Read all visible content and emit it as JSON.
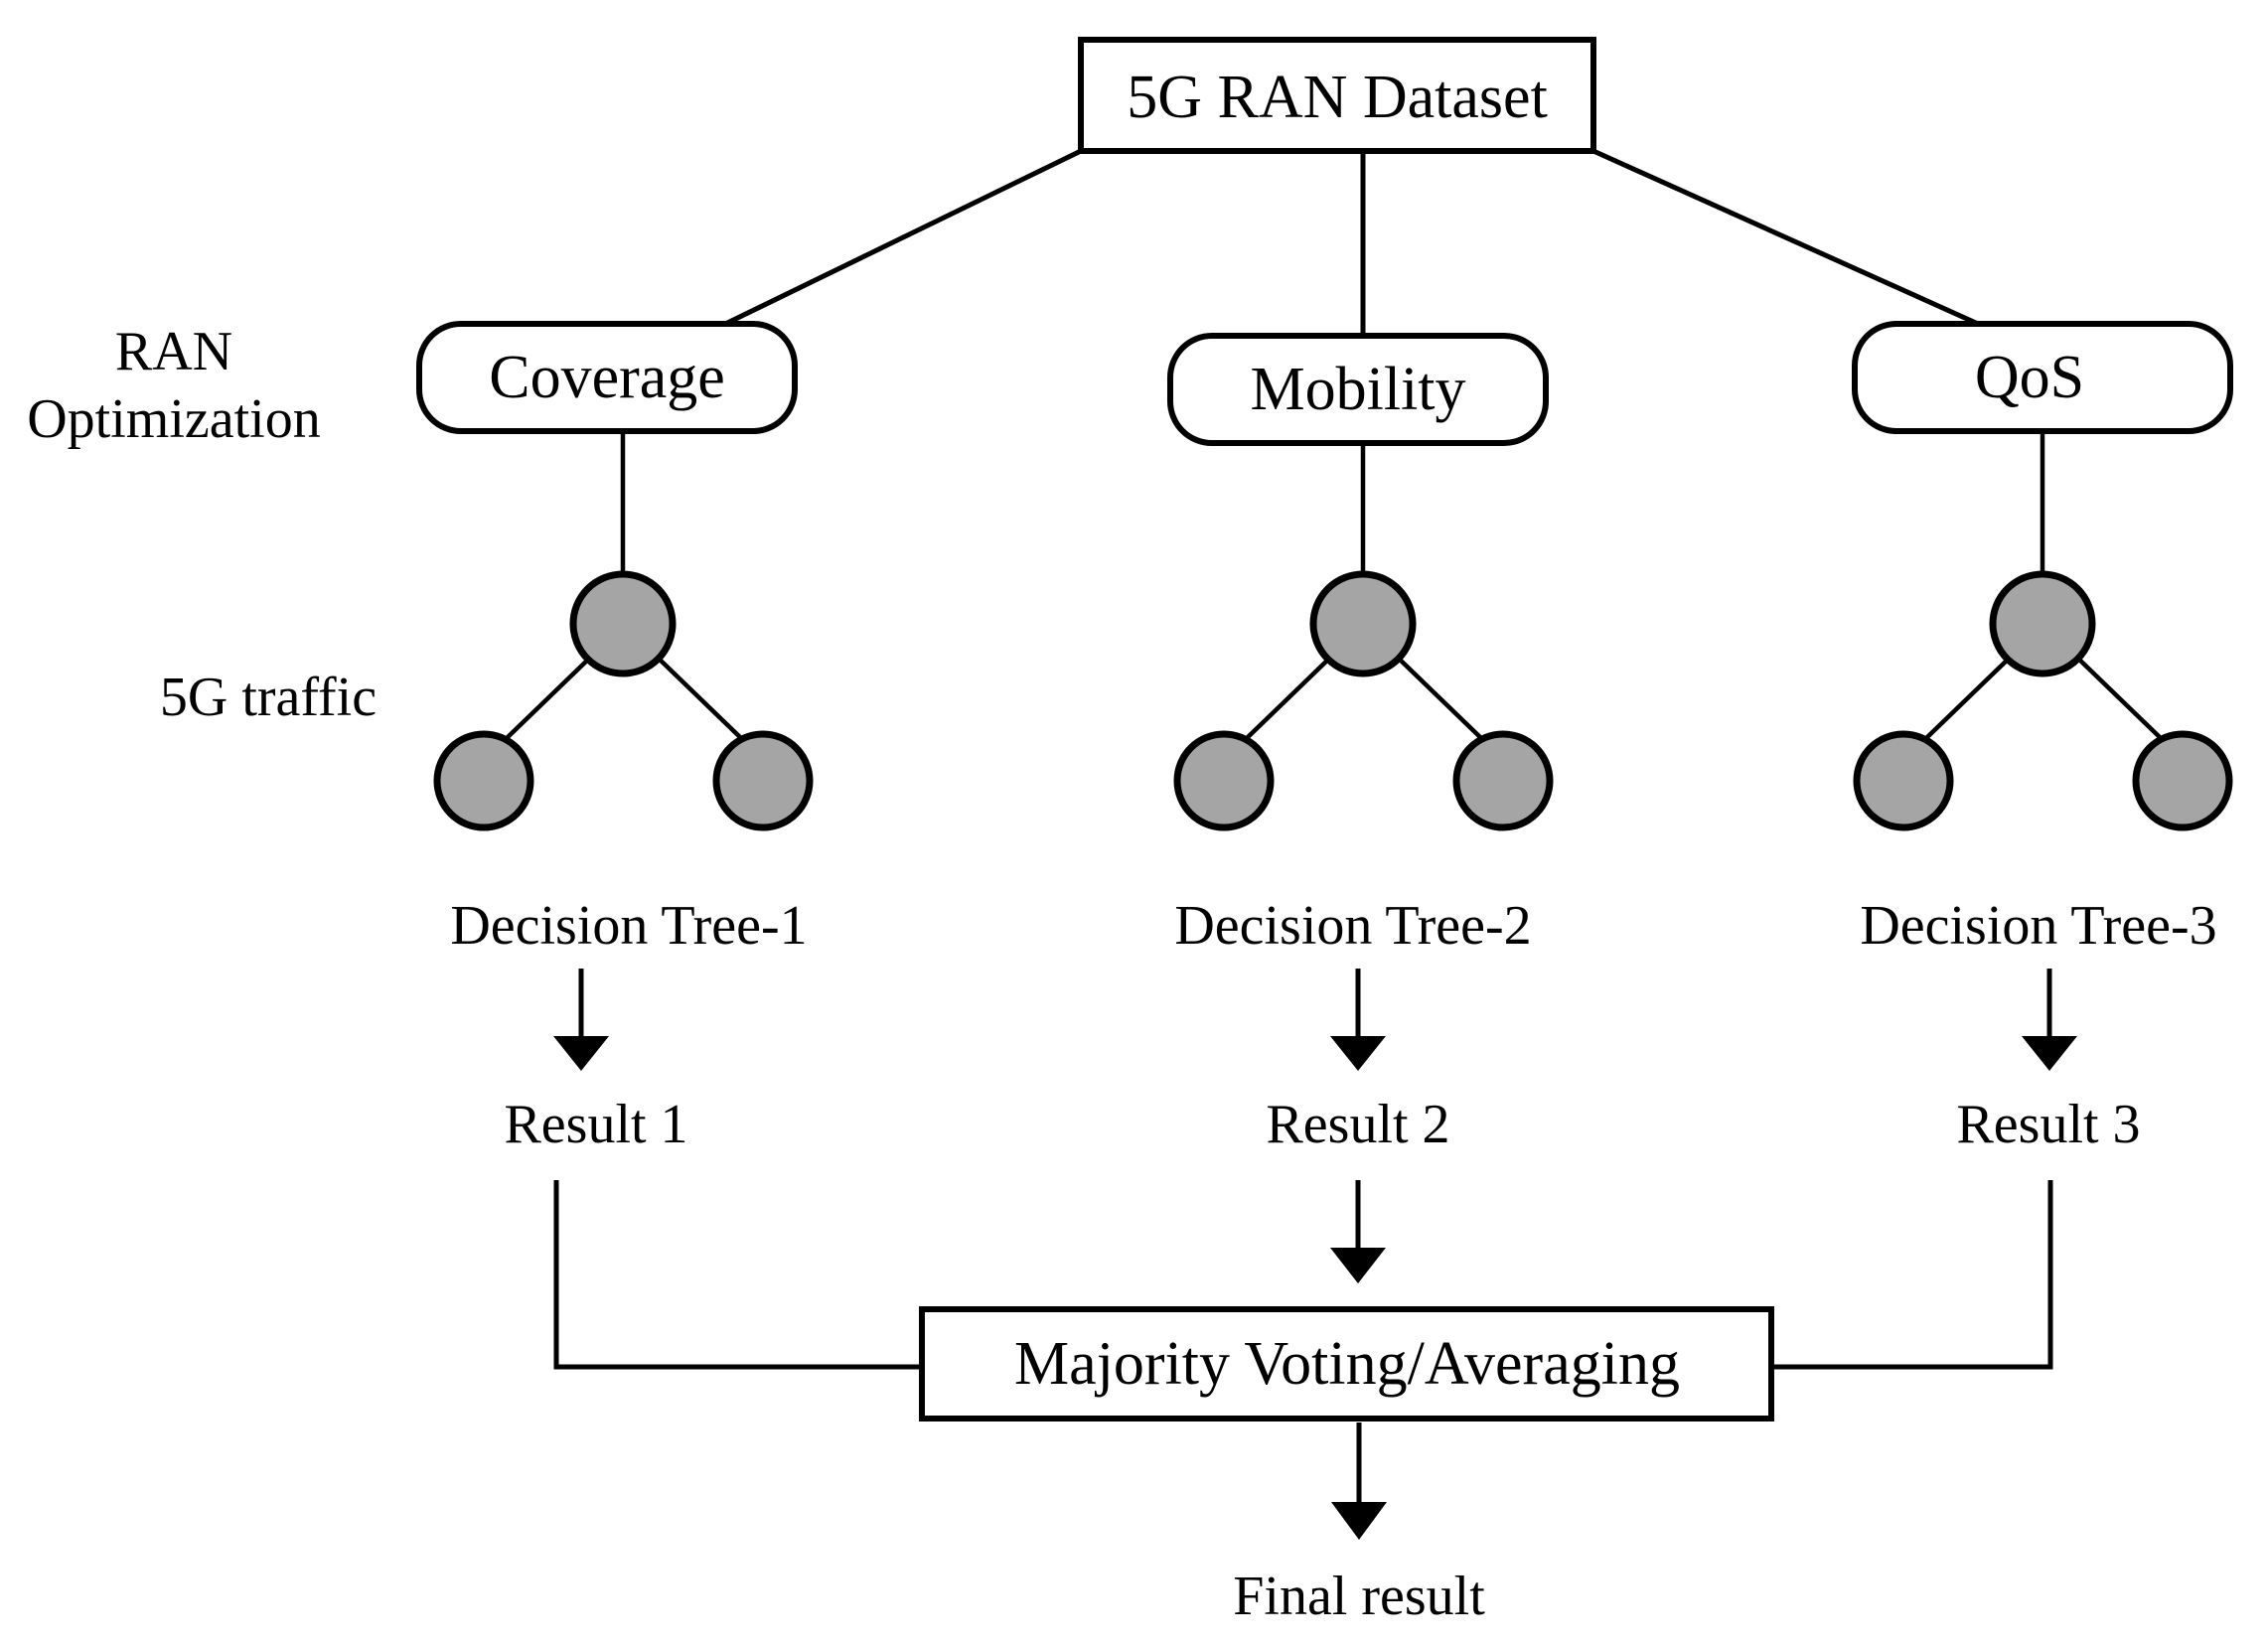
{
  "diagram": {
    "title": "5G RAN Dataset",
    "side_labels": {
      "ran_optimization_line1": "RAN",
      "ran_optimization_line2": "Optimization",
      "traffic": "5G traffic"
    },
    "branches": [
      {
        "category": "Coverage",
        "tree_label": "Decision Tree-1",
        "result_label": "Result 1"
      },
      {
        "category": "Mobility",
        "tree_label": "Decision Tree-2",
        "result_label": "Result 2"
      },
      {
        "category": "QoS",
        "tree_label": "Decision Tree-3",
        "result_label": "Result 3"
      }
    ],
    "aggregator": "Majority Voting/Averaging",
    "final": "Final result",
    "colors": {
      "node_fill": "#a5a5a5",
      "stroke": "#000000",
      "background": "#ffffff",
      "box_fill": "#ffffff"
    }
  }
}
